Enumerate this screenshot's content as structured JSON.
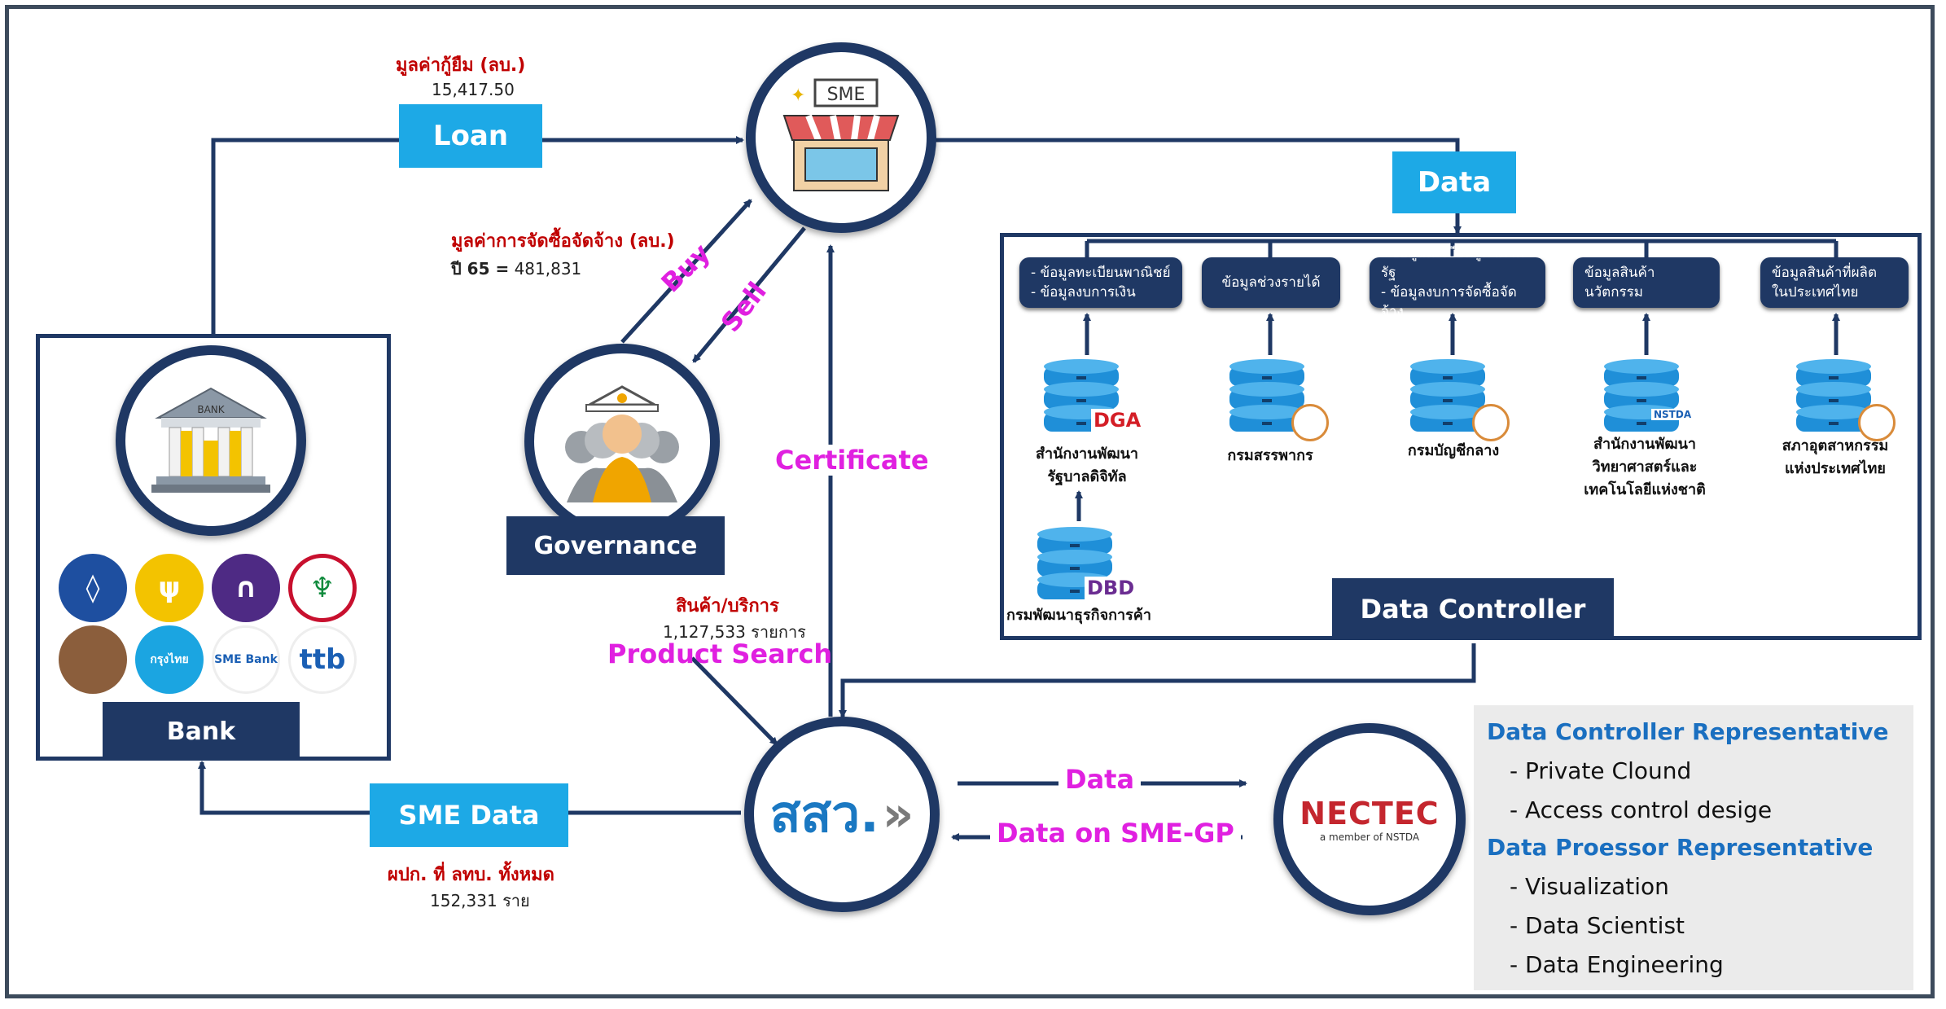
{
  "loan": {
    "label": "Loan",
    "heading": "มูลค่ากู้ยืม (ลบ.)",
    "value": "15,417.50"
  },
  "sme_icon_label": "SME",
  "data_box": "Data",
  "procurement": {
    "heading": "มูลค่าการจัดซื้อจัดจ้าง (ลบ.)",
    "year": "ปี 65 =",
    "value": "481,831"
  },
  "buy": "Buy",
  "sell": "Sell",
  "certificate": "Certificate",
  "governance": "Governance",
  "bank": {
    "title": "Bank",
    "icon_text": "BANK",
    "logos": [
      {
        "name": "bbl",
        "color": "#1e4fa0",
        "text": "◊"
      },
      {
        "name": "krungsri",
        "color": "#f3c300",
        "text": "ψ"
      },
      {
        "name": "scb",
        "color": "#4e2a84",
        "text": "∩"
      },
      {
        "name": "kbank",
        "color": "#ffffff",
        "text": "♆"
      },
      {
        "name": "baac",
        "color": "#8b5e3c",
        "text": ""
      },
      {
        "name": "krungthai",
        "color": "#1ba5e1",
        "text": "กรุงไทย"
      },
      {
        "name": "smebank",
        "color": "#ffffff",
        "text": "SME Bank"
      },
      {
        "name": "ttb",
        "color": "#ffffff",
        "text": "ttb"
      }
    ]
  },
  "product": {
    "heading": "สินค้า/บริการ",
    "value": "1,127,533 รายการ",
    "search": "Product Search"
  },
  "sme_data": {
    "label": "SME Data",
    "heading": "ผปก. ที่ ลทบ. ทั้งหมด",
    "value": "152,331 ราย"
  },
  "sesa_logo": "สสว.",
  "flow_data": "Data",
  "flow_data_gp": "Data on SME-GP",
  "nectec": {
    "name": "NECTEC",
    "sub": "a member of NSTDA"
  },
  "data_controller": "Data Controller",
  "pills": [
    {
      "lines": [
        "- ข้อมูลทะเบียนพาณิชย์",
        "- ข้อมูลงบการเงิน"
      ]
    },
    {
      "lines": [
        "ข้อมูลช่วงรายได้"
      ]
    },
    {
      "lines": [
        "- ข้อมูลทะเบียนผู้ค้าภาครัฐ",
        "- ข้อมูลงบการจัดซื้อจัดจ้าง"
      ]
    },
    {
      "lines": [
        "ข้อมูลสินค้านวัตกรรม"
      ]
    },
    {
      "lines": [
        "ข้อมูลสินค้าที่ผลิต",
        "ในประเทศไทย"
      ]
    }
  ],
  "sources": [
    {
      "badge": "DGA",
      "lines": [
        "สำนักงานพัฒนา",
        "รัฐบาลดิจิทัล"
      ]
    },
    {
      "badge": "",
      "lines": [
        "กรมสรรพากร"
      ]
    },
    {
      "badge": "",
      "lines": [
        "กรมบัญชีกลาง"
      ]
    },
    {
      "badge": "NSTDA",
      "lines": [
        "สำนักงานพัฒนา",
        "วิทยาศาสตร์และ",
        "เทคโนโลยีแห่งชาติ"
      ]
    },
    {
      "badge": "",
      "lines": [
        "สภาอุตสาหกรรม",
        "แห่งประเทศไทย"
      ]
    },
    {
      "badge": "DBD",
      "lines": [
        "กรมพัฒนาธุรกิจการค้า"
      ]
    }
  ],
  "info": {
    "controller_title": "Data Controller Representative",
    "controller_items": [
      "- Private Clound",
      "- Access control desige"
    ],
    "processor_title": "Data Proessor Representative",
    "processor_items": [
      "- Visualization",
      "- Data Scientist",
      "- Data Engineering"
    ]
  },
  "colors": {
    "navy": "#1f3864",
    "cyan": "#1da9e6",
    "magenta": "#e020e0",
    "red": "#c00000",
    "link_blue": "#1a6fc0",
    "db_blue": "#1f8fd8"
  }
}
